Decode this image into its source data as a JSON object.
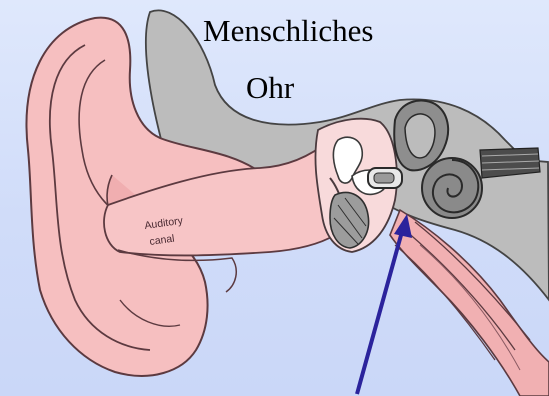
{
  "title": {
    "line1": "Menschliches",
    "line2": "Ohr"
  },
  "labels": {
    "auditory_line1": "Auditory",
    "auditory_line2": "canal"
  },
  "colors": {
    "background": "#d3defa",
    "skin": "#f6bfc0",
    "skin_outline": "#6a4a4e",
    "bone": "#b7b7b7",
    "cochlea": "#8c8c8c",
    "arrow": "#2b239c"
  }
}
